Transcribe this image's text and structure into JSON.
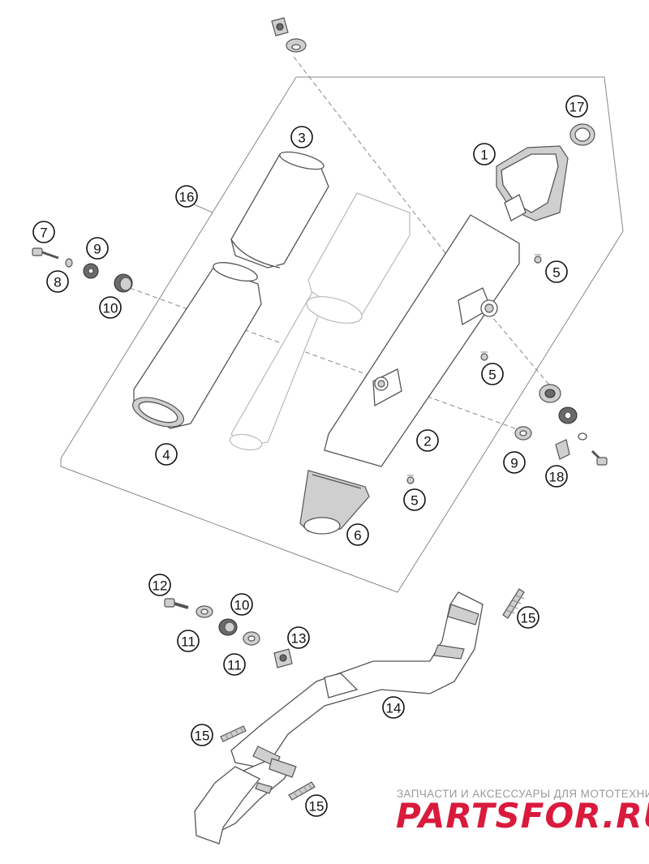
{
  "callouts": [
    {
      "num": "1"
    },
    {
      "num": "2"
    },
    {
      "num": "3"
    },
    {
      "num": "4"
    },
    {
      "num": "5"
    },
    {
      "num": "5"
    },
    {
      "num": "5"
    },
    {
      "num": "6"
    },
    {
      "num": "7"
    },
    {
      "num": "8"
    },
    {
      "num": "9"
    },
    {
      "num": "9"
    },
    {
      "num": "10"
    },
    {
      "num": "10"
    },
    {
      "num": "11"
    },
    {
      "num": "11"
    },
    {
      "num": "12"
    },
    {
      "num": "13"
    },
    {
      "num": "14"
    },
    {
      "num": "15"
    },
    {
      "num": "15"
    },
    {
      "num": "15"
    },
    {
      "num": "16"
    },
    {
      "num": "17"
    },
    {
      "num": "18"
    }
  ],
  "watermark": {
    "tagline": "ЗАПЧАСТИ И АКСЕССУАРЫ ДЛЯ МОТОТЕХНИКИ",
    "logo": "PARTSFOR.RU",
    "logo_color": "#d91a3c"
  }
}
